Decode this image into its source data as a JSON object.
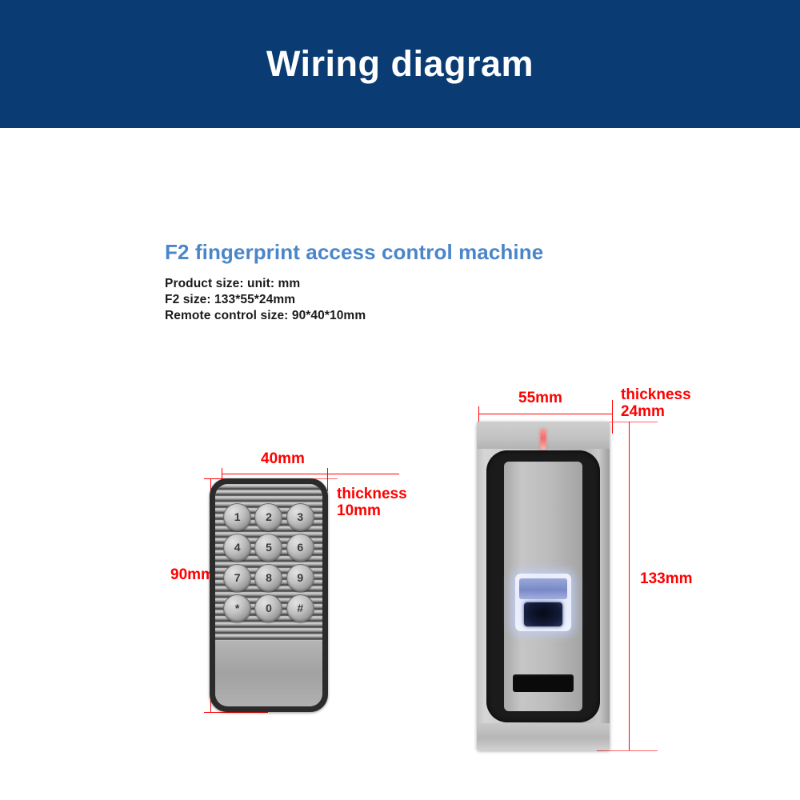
{
  "header": {
    "title": "Wiring diagram",
    "background_color": "#0a3c73",
    "text_color": "#ffffff"
  },
  "intro": {
    "heading": "F2 fingerprint access control machine",
    "heading_color": "#4a86c8",
    "lines": [
      "Product size: unit: mm",
      "F2 size: 133*55*24mm",
      "Remote control size: 90*40*10mm"
    ]
  },
  "dimension_color": "#ff0000",
  "remote": {
    "name": "remote-control",
    "width_label": "40mm",
    "height_label": "90mm",
    "thickness_label_line1": "thickness",
    "thickness_label_line2": "10mm",
    "keys": [
      "1",
      "2",
      "3",
      "4",
      "5",
      "6",
      "7",
      "8",
      "9",
      "*",
      "0",
      "#"
    ]
  },
  "device": {
    "name": "f2-fingerprint-access-control-machine",
    "width_label": "55mm",
    "height_label": "133mm",
    "thickness_label_line1": "thickness",
    "thickness_label_line2": "24mm",
    "parts": {
      "led_indicator": "led-indicator",
      "fingerprint_sensor": "fingerprint-sensor",
      "card_reader_slot": "card-reader-slot"
    }
  }
}
